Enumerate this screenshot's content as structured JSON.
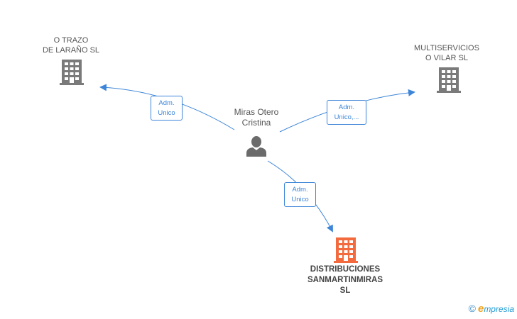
{
  "person": {
    "name_line1": "Miras Otero",
    "name_line2": "Cristina"
  },
  "companies": [
    {
      "name_lines": [
        "O TRAZO",
        "DE LARAÑO  SL"
      ]
    },
    {
      "name_lines": [
        "MULTISERVICIOS",
        "O VILAR  SL"
      ]
    },
    {
      "name_lines": [
        "DISTRIBUCIONES",
        "SANMARTINMIRAS",
        "SL"
      ]
    }
  ],
  "relations": [
    {
      "line1": "Adm.",
      "line2": "Unico"
    },
    {
      "line1": "Adm.",
      "line2": "Unico,..."
    },
    {
      "line1": "Adm.",
      "line2": "Unico"
    }
  ],
  "colors": {
    "edge": "#3d85d8",
    "company_icon": "#7a7a7a",
    "main_company_icon": "#f26a3d",
    "person_icon": "#6b6b6b"
  },
  "branding": {
    "copyright_symbol": "©",
    "logo_initial": "e",
    "logo_rest": "mpresia"
  }
}
